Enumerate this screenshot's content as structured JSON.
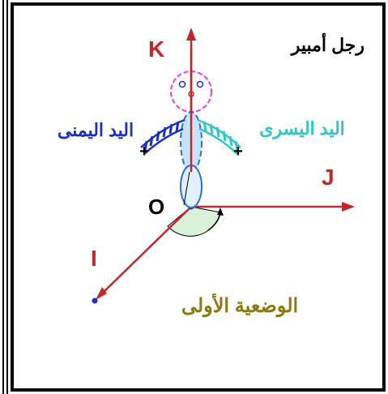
{
  "title": "رجل أمبير",
  "axes": {
    "k": "K",
    "j": "J",
    "i": "I",
    "origin": "O"
  },
  "hands": {
    "right": "اليد اليمنى",
    "left": "اليد اليسرى"
  },
  "caption": "الوضعية الأولى",
  "signs": {
    "right": "+",
    "left": "+"
  },
  "colors": {
    "axis": "#c0282b",
    "title_text": "#000000",
    "right_hand": "#1a2fc7",
    "left_hand": "#33c4c4",
    "head": "#e43ee4",
    "body": "#2c6fd8",
    "caption": "#8a7a10",
    "angle_fill": "#d9f0d9"
  }
}
